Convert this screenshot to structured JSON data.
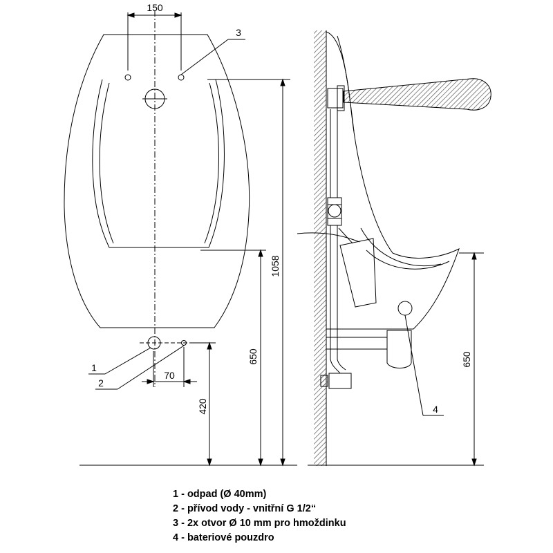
{
  "dimensions": {
    "front_hole_spacing": "150",
    "front_pipe_offset": "70",
    "front_height_bottom": "420",
    "front_height_rim": "650",
    "front_height_total": "1058",
    "side_height_rim": "650"
  },
  "callouts": [
    "1",
    "2",
    "3",
    "4"
  ],
  "legend": [
    "1 - odpad (Ø 40mm)",
    "2 - přívod vody - vnitřní G 1/2“",
    "3 - 2x otvor Ø 10 mm pro hmoždinku",
    "4 - bateriové pouzdro"
  ],
  "colors": {
    "line": "#000000",
    "hatch": "#555555",
    "background": "#ffffff"
  }
}
